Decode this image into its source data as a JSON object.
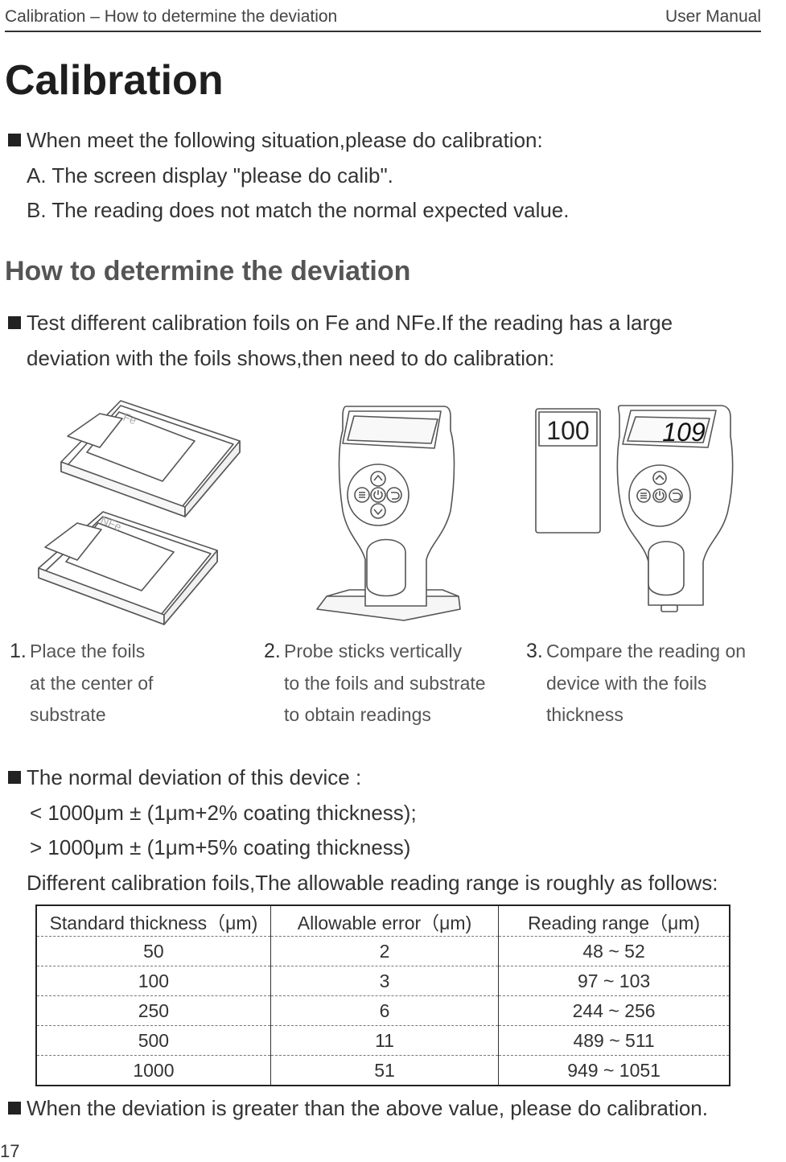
{
  "header": {
    "left": "Calibration – How to determine the deviation",
    "right": "User Manual"
  },
  "title": "Calibration",
  "intro": {
    "bullet": "When meet the following situation,please do calibration:",
    "items": [
      "A. The screen display \"please do calib\".",
      "B. The reading does not match the normal expected value."
    ]
  },
  "section_title": "How to determine the deviation",
  "test": {
    "lines": [
      "Test different calibration foils on Fe and NFe.If the reading has a large",
      "deviation with the foils shows,then need to do calibration:"
    ]
  },
  "illustrations": {
    "fe_label": "Fe",
    "nfe_label": "NFe",
    "foil_value": "100",
    "screen_reading": "109",
    "icons": [
      "up-arrow-icon",
      "menu-icon",
      "power-icon",
      "back-icon",
      "down-arrow-icon"
    ]
  },
  "steps": [
    {
      "num": "1.",
      "lines": [
        "Place the foils",
        "at the center of",
        "substrate"
      ]
    },
    {
      "num": "2.",
      "lines": [
        "Probe sticks vertically",
        "to the foils and substrate",
        "to obtain readings"
      ]
    },
    {
      "num": "3.",
      "lines": [
        "Compare the reading on",
        "device with the foils",
        "thickness"
      ]
    }
  ],
  "deviation": {
    "bullet": "The normal deviation of this device :",
    "lines": [
      "< 1000μm ± (1μm+2% coating thickness);",
      "> 1000μm ± (1μm+5% coating thickness)",
      "Different calibration foils,The allowable reading range is roughly as follows:"
    ]
  },
  "table": {
    "headers": [
      "Standard thickness（μm)",
      "Allowable error（μm)",
      "Reading range（μm)"
    ],
    "rows": [
      [
        "50",
        "2",
        "48 ~ 52"
      ],
      [
        "100",
        "3",
        "97 ~ 103"
      ],
      [
        "250",
        "6",
        "244 ~ 256"
      ],
      [
        "500",
        "11",
        "489 ~ 511"
      ],
      [
        "1000",
        "51",
        "949 ~ 1051"
      ]
    ]
  },
  "footer_note": "When the deviation is greater than the above value, please do calibration.",
  "page_number": "17"
}
